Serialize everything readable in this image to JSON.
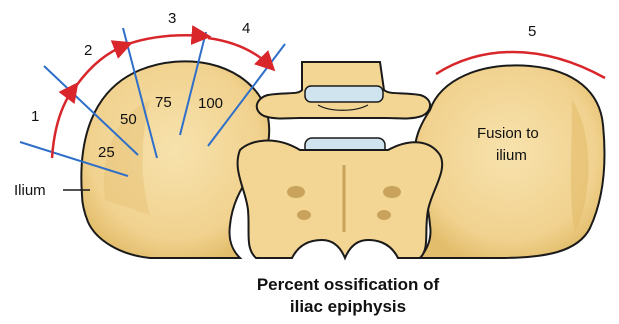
{
  "figure": {
    "stage_labels": [
      "1",
      "2",
      "3",
      "4",
      "5"
    ],
    "percent_labels": [
      "25",
      "50",
      "75",
      "100"
    ],
    "ilium_label": "Ilium",
    "fusion_label_line1": "Fusion to",
    "fusion_label_line2": "ilium",
    "caption_line1": "Percent ossification of",
    "caption_line2": "iliac epiphysis"
  },
  "colors": {
    "bone_fill": "#f4d99a",
    "bone_shade": "#e2bd6b",
    "bone_outline": "#1a1a1a",
    "marker_lines": "#2f6fc9",
    "arrows": "#d8262b",
    "disc": "#cfe4ee"
  }
}
